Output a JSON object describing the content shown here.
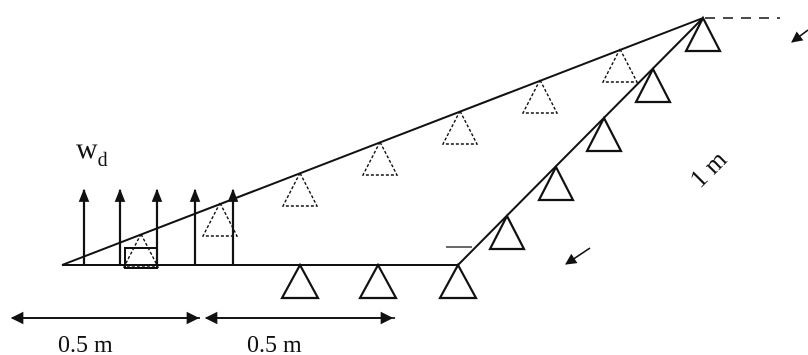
{
  "labels": {
    "load_symbol": "w",
    "load_subscript": "d",
    "length_1": "0.5 m",
    "length_2": "0.5 m",
    "length_diag": "1 m"
  },
  "colors": {
    "ink": "#111111",
    "background": "#ffffff"
  }
}
